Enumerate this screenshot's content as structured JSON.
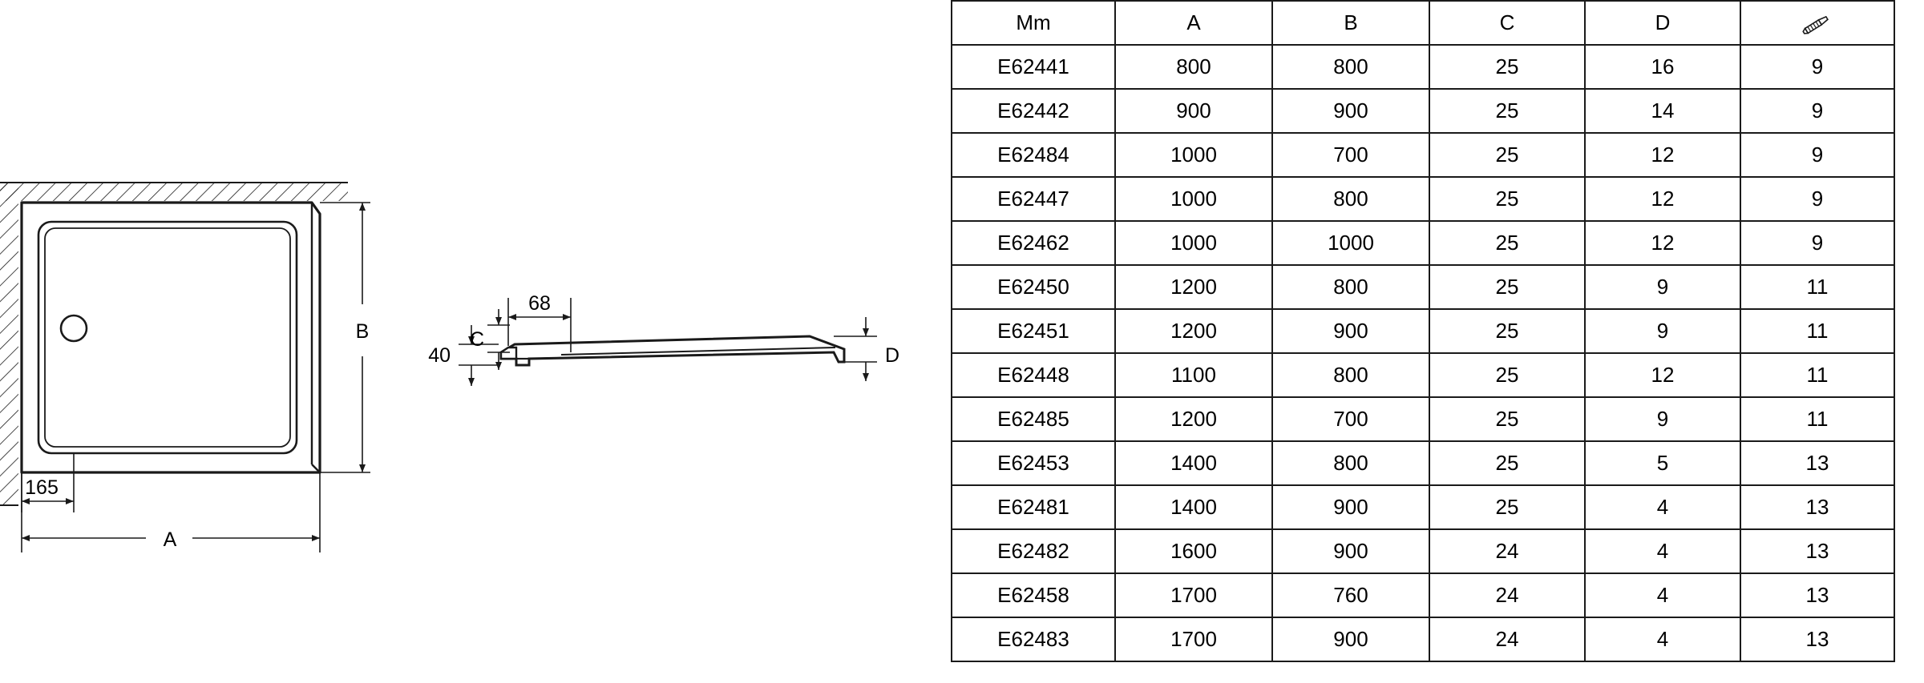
{
  "drawing": {
    "plan_view": {
      "labels": {
        "width_label": "A",
        "height_label": "B",
        "offset_label": "165"
      },
      "drain_icon": "drain-hole-icon",
      "wall_hatching": "wall-hatch-pattern"
    },
    "section_view": {
      "labels": {
        "flange_width": "68",
        "total_height": "40",
        "c_dim": "C",
        "d_dim": "D"
      }
    }
  },
  "table": {
    "headers": [
      "Mm",
      "A",
      "B",
      "C",
      "D",
      "screw-icon"
    ],
    "screw_header_icon": "screw-icon",
    "rows": [
      {
        "code": "E62441",
        "a": "800",
        "b": "800",
        "c": "25",
        "d": "16",
        "e": "9"
      },
      {
        "code": "E62442",
        "a": "900",
        "b": "900",
        "c": "25",
        "d": "14",
        "e": "9"
      },
      {
        "code": "E62484",
        "a": "1000",
        "b": "700",
        "c": "25",
        "d": "12",
        "e": "9"
      },
      {
        "code": "E62447",
        "a": "1000",
        "b": "800",
        "c": "25",
        "d": "12",
        "e": "9"
      },
      {
        "code": "E62462",
        "a": "1000",
        "b": "1000",
        "c": "25",
        "d": "12",
        "e": "9"
      },
      {
        "code": "E62450",
        "a": "1200",
        "b": "800",
        "c": "25",
        "d": "9",
        "e": "11"
      },
      {
        "code": "E62451",
        "a": "1200",
        "b": "900",
        "c": "25",
        "d": "9",
        "e": "11"
      },
      {
        "code": "E62448",
        "a": "1100",
        "b": "800",
        "c": "25",
        "d": "12",
        "e": "11"
      },
      {
        "code": "E62485",
        "a": "1200",
        "b": "700",
        "c": "25",
        "d": "9",
        "e": "11"
      },
      {
        "code": "E62453",
        "a": "1400",
        "b": "800",
        "c": "25",
        "d": "5",
        "e": "13"
      },
      {
        "code": "E62481",
        "a": "1400",
        "b": "900",
        "c": "25",
        "d": "4",
        "e": "13"
      },
      {
        "code": "E62482",
        "a": "1600",
        "b": "900",
        "c": "24",
        "d": "4",
        "e": "13"
      },
      {
        "code": "E62458",
        "a": "1700",
        "b": "760",
        "c": "24",
        "d": "4",
        "e": "13"
      },
      {
        "code": "E62483",
        "a": "1700",
        "b": "900",
        "c": "24",
        "d": "4",
        "e": "13"
      }
    ]
  },
  "colors": {
    "line": "#1a1a1a",
    "background": "#ffffff"
  }
}
